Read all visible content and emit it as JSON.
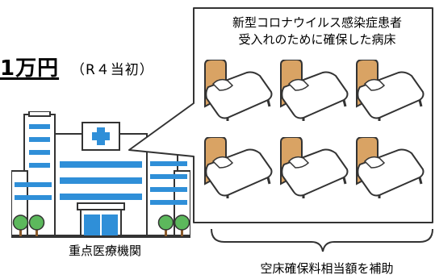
{
  "subsidy": {
    "amount": "1万円",
    "note": "（R４当初）"
  },
  "facility": {
    "label": "重点医療機関"
  },
  "beds": {
    "caption_line1": "新型コロナウイルス感染症患者",
    "caption_line2": "受入れのために確保した病床",
    "count": 6
  },
  "support": {
    "label": "空床確保料相当額を補助"
  },
  "colors": {
    "bed_frame": "#d9a364",
    "bed_sheet": "#ffffff",
    "outline": "#333333",
    "hospital_wall": "#ffffff",
    "hospital_window": "#2f8fd8",
    "tree": "#5cb85c",
    "cross": "#2f8fd8"
  }
}
